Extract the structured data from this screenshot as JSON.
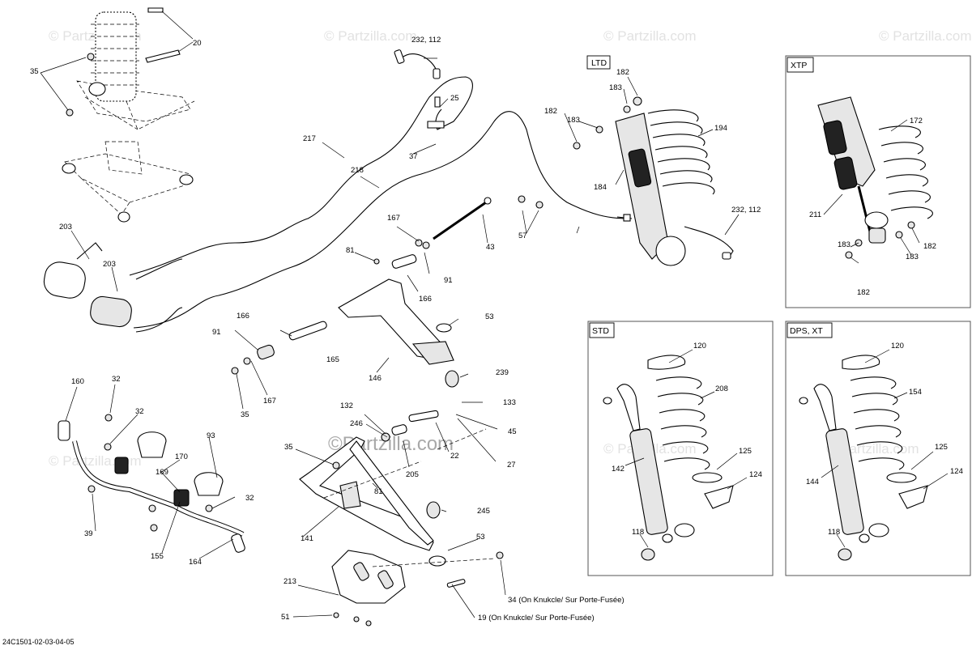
{
  "watermarks": {
    "repeat_text": "© Partzilla.com",
    "center_text": "©Partzilla.com"
  },
  "panels": {
    "ltd": "LTD",
    "xtp": "XTP",
    "std": "STD",
    "dps_xt": "DPS, XT"
  },
  "callouts": {
    "c20": "20",
    "c35_top": "35",
    "c232_112_top": "232, 112",
    "c25": "25",
    "c37": "37",
    "c217": "217",
    "c218": "218",
    "c203_a": "203",
    "c203_b": "203",
    "c167_top": "167",
    "c81_top": "81",
    "c91_right": "91",
    "c166_right": "166",
    "c43": "43",
    "c57": "57",
    "c53_top": "53",
    "c166_left": "166",
    "c91_left": "91",
    "c165": "165",
    "c146": "146",
    "c167_bottom": "167",
    "c35_mid": "35",
    "c239": "239",
    "c133": "133",
    "c45": "45",
    "c27": "27",
    "c160": "160",
    "c32_a": "32",
    "c32_b": "32",
    "c93": "93",
    "c170": "170",
    "c169": "169",
    "c32_c": "32",
    "c39": "39",
    "c155": "155",
    "c164": "164",
    "c132": "132",
    "c246": "246",
    "c35_low": "35",
    "c22": "22",
    "c205": "205",
    "c81_low": "81",
    "c245": "245",
    "c141": "141",
    "c53_low": "53",
    "c213": "213",
    "c51": "51",
    "c34": "34 (On Knukcle/ Sur Porte-Fusée)",
    "c19": "19 (On Knukcle/ Sur Porte-Fusée)",
    "c182_a": "182",
    "c183_a": "183",
    "c182_b": "182",
    "c183_b": "183",
    "c194": "194",
    "c184": "184",
    "c232_112_right": "232, 112",
    "c172": "172",
    "c211": "211",
    "c183_x1": "183",
    "c182_x1": "182",
    "c183_x2": "183",
    "c182_x2": "182",
    "c120_std": "120",
    "c208": "208",
    "c142": "142",
    "c125_std": "125",
    "c124_std": "124",
    "c118_std": "118",
    "c120_dps": "120",
    "c154": "154",
    "c144": "144",
    "c125_dps": "125",
    "c124_dps": "124",
    "c118_dps": "118"
  },
  "diagram_ref": "24C1501-02-03-04-05"
}
